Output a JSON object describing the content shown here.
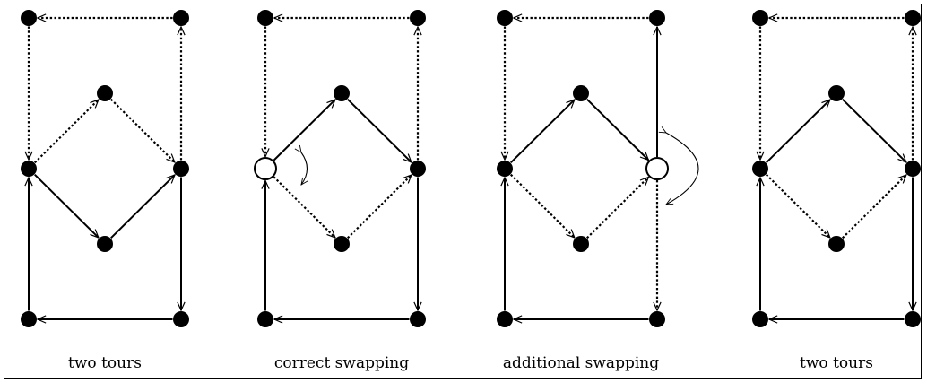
{
  "panels": [
    {
      "caption": "two tours",
      "white_nodes": [],
      "swap_arrows": []
    },
    {
      "caption": "correct swapping",
      "white_nodes": [
        "ML"
      ],
      "swap_arrows": [
        "left-small"
      ]
    },
    {
      "caption": "additional swapping",
      "white_nodes": [
        "MR"
      ],
      "swap_arrows": [
        "right-large"
      ]
    },
    {
      "caption": "two tours",
      "white_nodes": [],
      "swap_arrows": []
    }
  ],
  "nodes": [
    "TL",
    "TR",
    "D",
    "ML",
    "MR",
    "U",
    "BL",
    "BR"
  ],
  "edges": [
    [
      {
        "from": "TR",
        "to": "TL",
        "style": "dotted"
      },
      {
        "from": "TL",
        "to": "ML",
        "style": "dotted"
      },
      {
        "from": "ML",
        "to": "D",
        "style": "dotted"
      },
      {
        "from": "D",
        "to": "MR",
        "style": "dotted"
      },
      {
        "from": "MR",
        "to": "TR",
        "style": "dotted"
      },
      {
        "from": "BL",
        "to": "ML",
        "style": "solid"
      },
      {
        "from": "ML",
        "to": "U",
        "style": "solid"
      },
      {
        "from": "U",
        "to": "MR",
        "style": "solid"
      },
      {
        "from": "MR",
        "to": "BR",
        "style": "solid"
      },
      {
        "from": "BR",
        "to": "BL",
        "style": "solid"
      }
    ],
    [
      {
        "from": "TR",
        "to": "TL",
        "style": "dotted"
      },
      {
        "from": "TL",
        "to": "ML",
        "style": "dotted"
      },
      {
        "from": "ML",
        "to": "U",
        "style": "dotted"
      },
      {
        "from": "U",
        "to": "MR",
        "style": "dotted"
      },
      {
        "from": "MR",
        "to": "TR",
        "style": "dotted"
      },
      {
        "from": "BL",
        "to": "ML",
        "style": "solid"
      },
      {
        "from": "ML",
        "to": "D",
        "style": "solid"
      },
      {
        "from": "D",
        "to": "MR",
        "style": "solid"
      },
      {
        "from": "MR",
        "to": "BR",
        "style": "solid"
      },
      {
        "from": "BR",
        "to": "BL",
        "style": "solid"
      }
    ],
    [
      {
        "from": "TR",
        "to": "TL",
        "style": "dotted"
      },
      {
        "from": "TL",
        "to": "ML",
        "style": "dotted"
      },
      {
        "from": "ML",
        "to": "U",
        "style": "dotted"
      },
      {
        "from": "U",
        "to": "MR",
        "style": "dotted"
      },
      {
        "from": "MR",
        "to": "BR",
        "style": "dotted"
      },
      {
        "from": "BL",
        "to": "ML",
        "style": "solid"
      },
      {
        "from": "ML",
        "to": "D",
        "style": "solid"
      },
      {
        "from": "D",
        "to": "MR",
        "style": "solid"
      },
      {
        "from": "MR",
        "to": "TR",
        "style": "solid"
      },
      {
        "from": "BR",
        "to": "BL",
        "style": "solid"
      }
    ],
    [
      {
        "from": "TR",
        "to": "TL",
        "style": "dotted"
      },
      {
        "from": "TL",
        "to": "ML",
        "style": "dotted"
      },
      {
        "from": "ML",
        "to": "U",
        "style": "dotted"
      },
      {
        "from": "U",
        "to": "MR",
        "style": "dotted"
      },
      {
        "from": "MR",
        "to": "TR",
        "style": "dotted"
      },
      {
        "from": "BL",
        "to": "ML",
        "style": "solid"
      },
      {
        "from": "ML",
        "to": "D",
        "style": "solid"
      },
      {
        "from": "D",
        "to": "MR",
        "style": "solid"
      },
      {
        "from": "MR",
        "to": "BR",
        "style": "solid"
      },
      {
        "from": "BR",
        "to": "BL",
        "style": "solid"
      }
    ]
  ],
  "colors": {
    "stroke": "#000000",
    "node_fill": "#000000",
    "white_node_fill": "#ffffff",
    "background": "#ffffff"
  }
}
